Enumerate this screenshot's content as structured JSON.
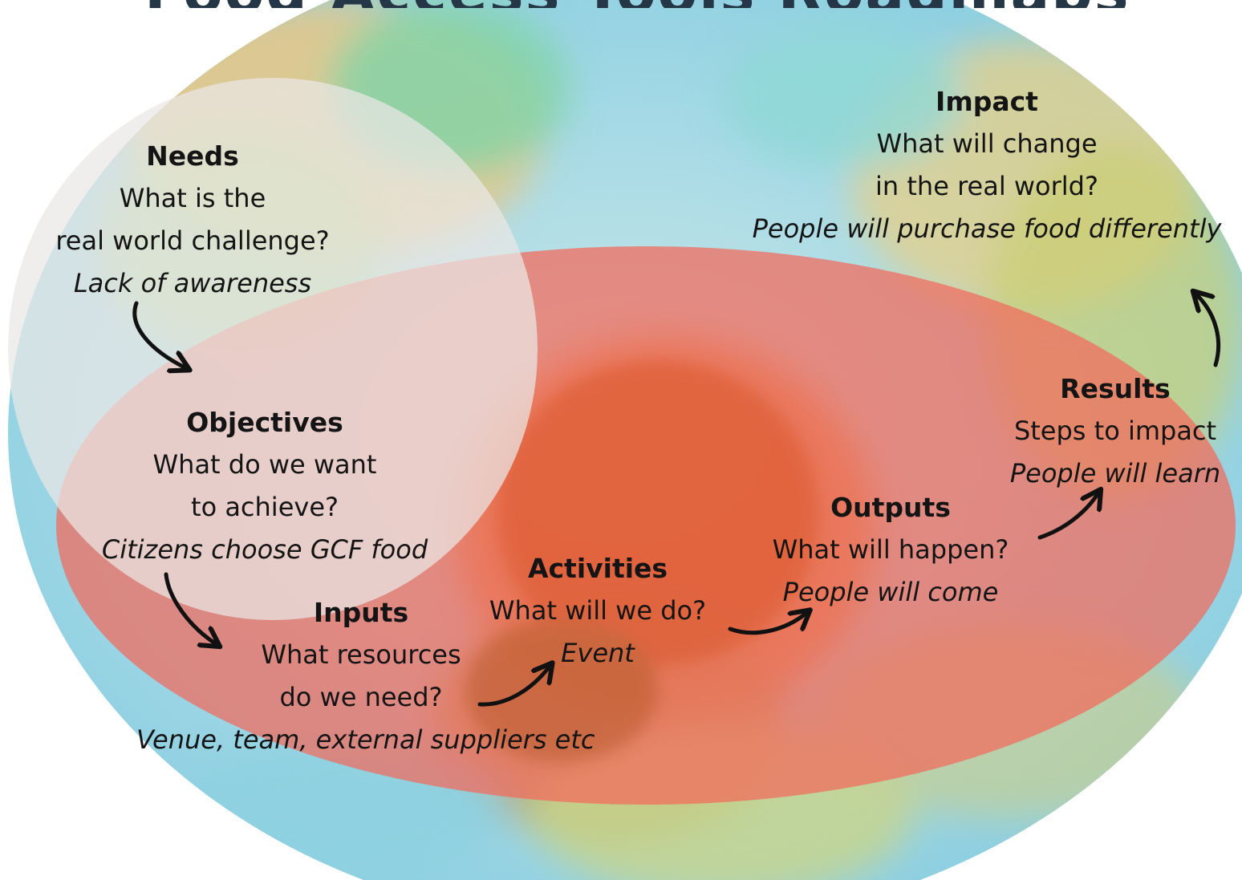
{
  "title": "Food Access Tools Roadmaps",
  "colors": {
    "red_region": "#f26a5b",
    "grey_region": "#e2e0de",
    "text": "#141414",
    "arrow": "#111111",
    "title": "#253746"
  },
  "stages": {
    "needs": {
      "heading": "Needs",
      "lines": [
        "What is the",
        "real world challenge?"
      ],
      "example": "Lack of awareness"
    },
    "objectives": {
      "heading": "Objectives",
      "lines": [
        "What do we want",
        "to achieve?"
      ],
      "example": "Citizens choose GCF food"
    },
    "inputs": {
      "heading": "Inputs",
      "lines": [
        "What resources",
        "do we need?"
      ],
      "example": "Venue, team, external suppliers etc"
    },
    "activities": {
      "heading": "Activities",
      "lines": [
        "What will we do?"
      ],
      "example": "Event"
    },
    "outputs": {
      "heading": "Outputs",
      "lines": [
        "What will happen?"
      ],
      "example": "People will come"
    },
    "results": {
      "heading": "Results",
      "lines": [
        "Steps to impact"
      ],
      "example": "People will learn"
    },
    "impact": {
      "heading": "Impact",
      "lines": [
        "What will change",
        "in the real world?"
      ],
      "example": "People will purchase food differently"
    }
  }
}
